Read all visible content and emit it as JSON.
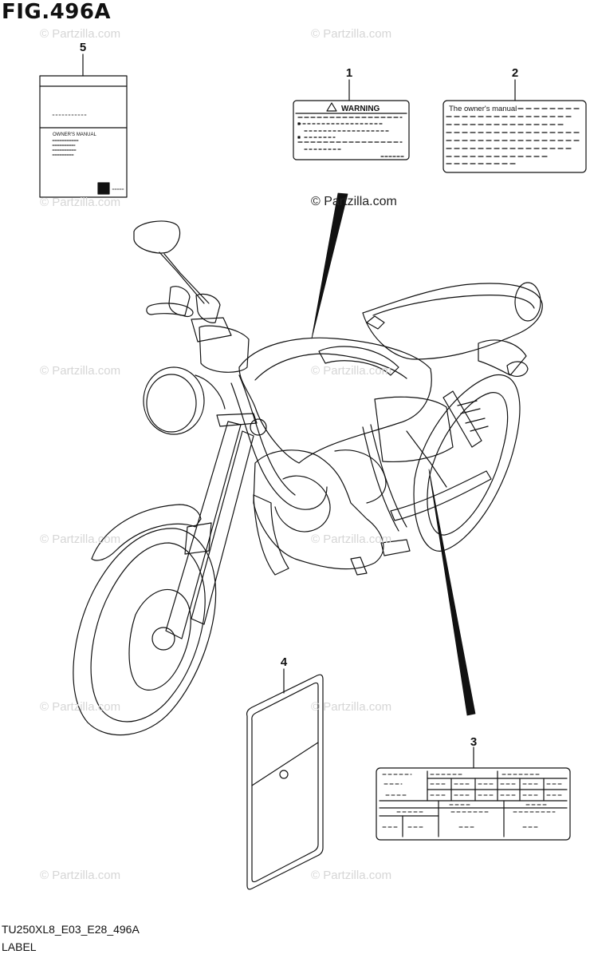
{
  "figure": {
    "title": "FIG.496A",
    "code": "TU250XL8_E03_E28_496A",
    "section": "LABEL"
  },
  "watermark": {
    "text": "© Partzilla.com",
    "main_text": "© Partzilla.com"
  },
  "callouts": [
    "1",
    "2",
    "3",
    "4",
    "5"
  ],
  "labels": {
    "warning_label": {
      "heading": "WARNING"
    },
    "manual_label": {
      "text": "The owner's manual"
    },
    "owners_manual_booklet": {
      "text": "OWNER'S MANUAL"
    }
  },
  "colors": {
    "line": "#111111",
    "watermark": "#d6d6d6"
  }
}
